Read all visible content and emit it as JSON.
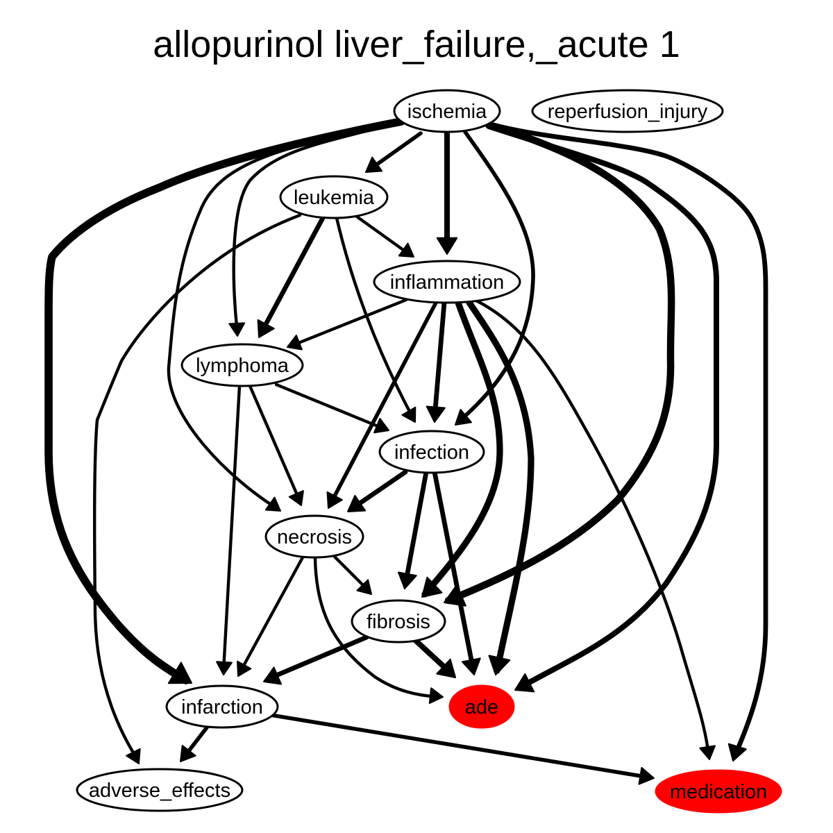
{
  "title": "allopurinol liver_failure,_acute 1",
  "colors": {
    "highlight": "#ff0000",
    "default_fill": "#ffffff",
    "stroke": "#000000"
  },
  "nodes": {
    "ischemia": {
      "label": "ischemia",
      "highlight": false
    },
    "reperfusion_injury": {
      "label": "reperfusion_injury",
      "highlight": false
    },
    "leukemia": {
      "label": "leukemia",
      "highlight": false
    },
    "inflammation": {
      "label": "inflammation",
      "highlight": false
    },
    "lymphoma": {
      "label": "lymphoma",
      "highlight": false
    },
    "infection": {
      "label": "infection",
      "highlight": false
    },
    "necrosis": {
      "label": "necrosis",
      "highlight": false
    },
    "fibrosis": {
      "label": "fibrosis",
      "highlight": false
    },
    "infarction": {
      "label": "infarction",
      "highlight": false
    },
    "ade": {
      "label": "ade",
      "highlight": true
    },
    "adverse_effects": {
      "label": "adverse_effects",
      "highlight": false
    },
    "medication": {
      "label": "medication",
      "highlight": true
    }
  },
  "edges": [
    {
      "from": "ischemia",
      "to": "leukemia",
      "weight": 3
    },
    {
      "from": "ischemia",
      "to": "inflammation",
      "weight": 5
    },
    {
      "from": "ischemia",
      "to": "lymphoma",
      "weight": 2
    },
    {
      "from": "ischemia",
      "to": "infection",
      "weight": 3
    },
    {
      "from": "ischemia",
      "to": "necrosis",
      "weight": 2
    },
    {
      "from": "ischemia",
      "to": "fibrosis",
      "weight": 7
    },
    {
      "from": "ischemia",
      "to": "infarction",
      "weight": 8
    },
    {
      "from": "ischemia",
      "to": "ade",
      "weight": 5
    },
    {
      "from": "ischemia",
      "to": "medication",
      "weight": 4
    },
    {
      "from": "leukemia",
      "to": "inflammation",
      "weight": 2
    },
    {
      "from": "leukemia",
      "to": "lymphoma",
      "weight": 4
    },
    {
      "from": "leukemia",
      "to": "infection",
      "weight": 2
    },
    {
      "from": "leukemia",
      "to": "adverse_effects",
      "weight": 2
    },
    {
      "from": "inflammation",
      "to": "lymphoma",
      "weight": 2
    },
    {
      "from": "inflammation",
      "to": "infection",
      "weight": 4
    },
    {
      "from": "inflammation",
      "to": "necrosis",
      "weight": 3
    },
    {
      "from": "inflammation",
      "to": "fibrosis",
      "weight": 6
    },
    {
      "from": "inflammation",
      "to": "ade",
      "weight": 6
    },
    {
      "from": "inflammation",
      "to": "medication",
      "weight": 2
    },
    {
      "from": "lymphoma",
      "to": "infection",
      "weight": 2
    },
    {
      "from": "lymphoma",
      "to": "necrosis",
      "weight": 2
    },
    {
      "from": "lymphoma",
      "to": "infarction",
      "weight": 2
    },
    {
      "from": "infection",
      "to": "necrosis",
      "weight": 4
    },
    {
      "from": "infection",
      "to": "fibrosis",
      "weight": 4
    },
    {
      "from": "infection",
      "to": "ade",
      "weight": 4
    },
    {
      "from": "necrosis",
      "to": "fibrosis",
      "weight": 2
    },
    {
      "from": "necrosis",
      "to": "infarction",
      "weight": 2
    },
    {
      "from": "necrosis",
      "to": "ade",
      "weight": 2
    },
    {
      "from": "fibrosis",
      "to": "infarction",
      "weight": 4
    },
    {
      "from": "fibrosis",
      "to": "ade",
      "weight": 5
    },
    {
      "from": "infarction",
      "to": "adverse_effects",
      "weight": 3
    },
    {
      "from": "infarction",
      "to": "medication",
      "weight": 3
    }
  ]
}
